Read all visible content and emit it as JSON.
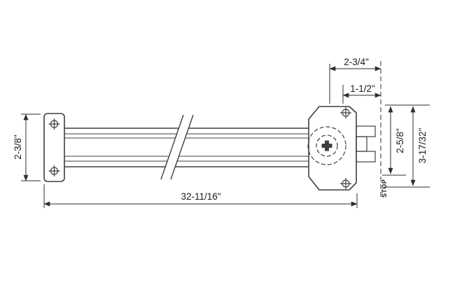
{
  "drawing": {
    "background": "#ffffff",
    "line_color": "#3f3f3f",
    "dim_color": "#2e2e2e",
    "labels": {
      "stop": "STOP"
    },
    "dimensions": {
      "overall_length": "32-11/16\"",
      "plate_height": "2-3/8\"",
      "bracket_offset": "2-3/4\"",
      "bracket_inner_offset": "1-1/2\"",
      "bracket_height": "2-5/8\"",
      "overall_height": "3-17/32\""
    }
  }
}
